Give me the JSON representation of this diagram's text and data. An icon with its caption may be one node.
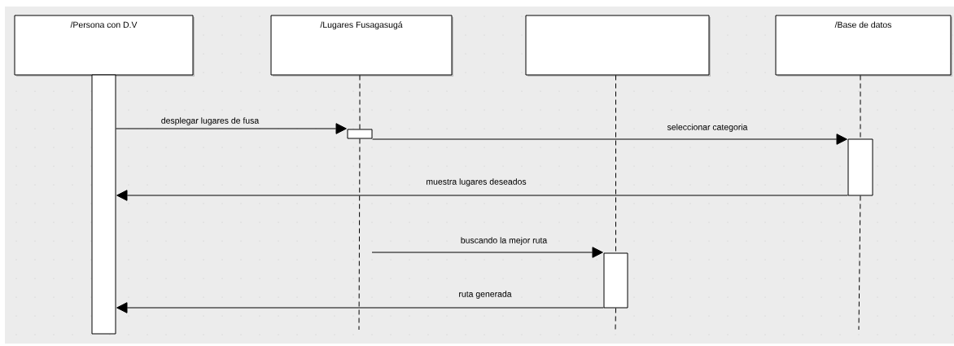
{
  "diagram": {
    "nodes": [
      {
        "text": [
          "/Persona con D.V"
        ]
      },
      {
        "text": [
          "/Lugares Fusagasugá"
        ]
      },
      {
        "text": [],
        "shape": "box"
      },
      {
        "text": [
          "/Base de datos"
        ]
      },
      {
        "text": [],
        "shape": "bar"
      },
      {
        "text": [],
        "shape": "bar"
      },
      {
        "text": [],
        "shape": "bar"
      },
      {
        "text": [],
        "shape": "bar"
      }
    ],
    "edges": [
      {
        "from": 4,
        "to": 5,
        "arrow": "to",
        "label": "desplegar lugares de fusa"
      },
      {
        "from": 5,
        "to": 7,
        "arrow": "to",
        "label": "seleccionar categoria"
      },
      {
        "from": 7,
        "to": 4,
        "arrow": "to",
        "label": "muestra lugares deseados"
      },
      {
        "from": null,
        "to": 6,
        "arrow": "to",
        "label": "buscando la mejor ruta"
      },
      {
        "from": 6,
        "to": 4,
        "arrow": "to",
        "label": "ruta generada"
      },
      {
        "from": 1,
        "to": 5,
        "arrow": "none",
        "style": "dashed"
      },
      {
        "from": 2,
        "to": 6,
        "arrow": "none",
        "style": "dashed"
      },
      {
        "from": 3,
        "to": 7,
        "arrow": "none",
        "style": "dashed"
      },
      {
        "from": 5,
        "to": null,
        "arrow": "none",
        "style": "dashed"
      },
      {
        "from": 6,
        "to": null,
        "arrow": "none",
        "style": "dashed"
      },
      {
        "from": 7,
        "to": null,
        "arrow": "none",
        "style": "dashed"
      }
    ]
  }
}
